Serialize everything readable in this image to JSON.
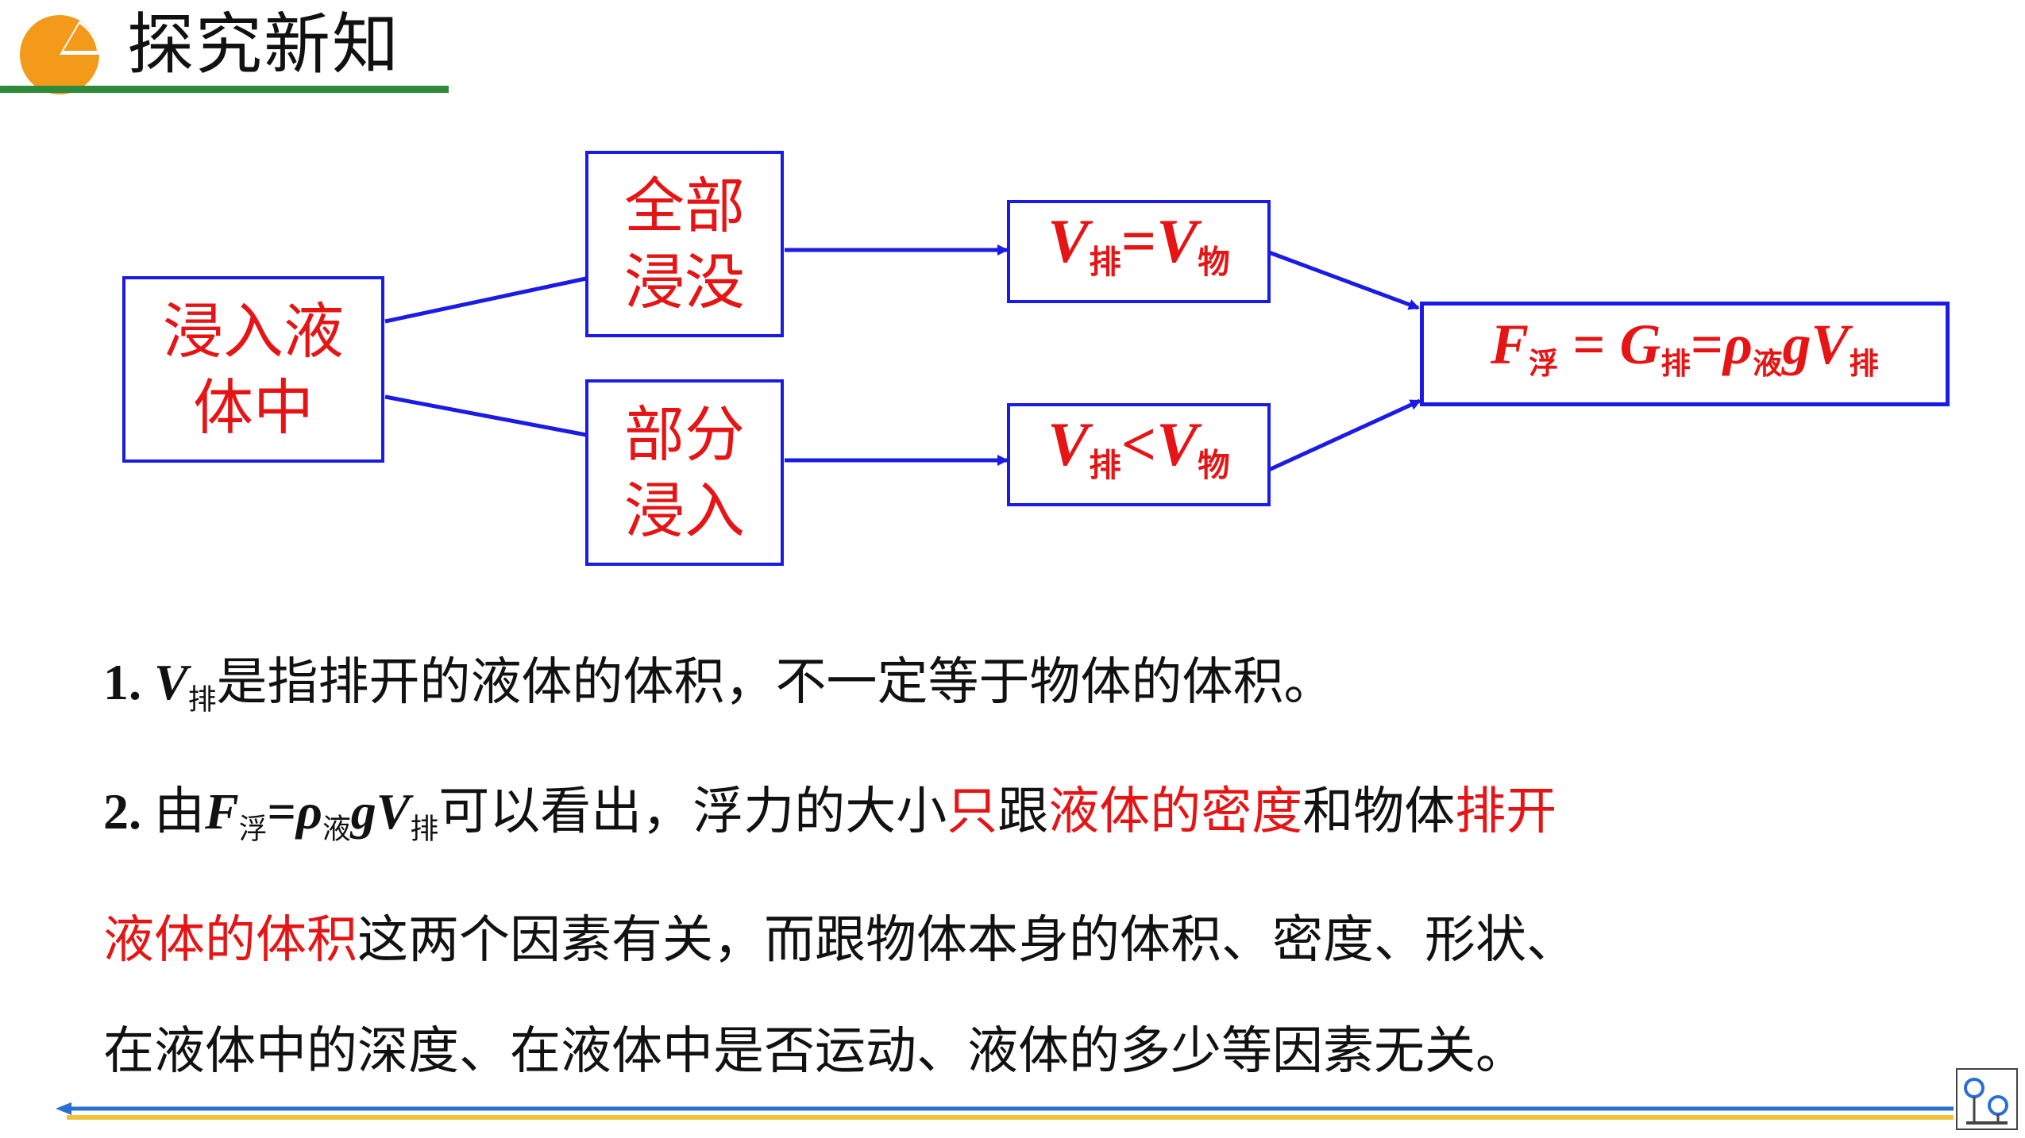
{
  "header": {
    "title": "探究新知",
    "icon": "pie-chart-icon"
  },
  "diagram": {
    "start": "浸入液体中",
    "branch_full": "全部浸没",
    "branch_partial": "部分浸入",
    "eq_full": {
      "v": "V",
      "sub1": "排",
      "op": "=",
      "v2": "V",
      "sub2": "物"
    },
    "eq_partial": {
      "v": "V",
      "sub1": "排",
      "op": "<",
      "v2": "V",
      "sub2": "物"
    },
    "result": {
      "f": "F",
      "f_sub": "浮",
      "eq1": " = ",
      "g": "G",
      "g_sub": "排",
      "eq2": "=",
      "rho": "ρ",
      "rho_sub": "液",
      "gv": "gV",
      "v_sub": "排"
    }
  },
  "notes": {
    "n1_num": "1. ",
    "n1_v": "V",
    "n1_sub": "排",
    "n1_text": "是指排开的液体的体积，不一定等于物体的体积。",
    "n2_num": "2. ",
    "n2_a": "由",
    "n2_f": "F",
    "n2_fsub": "浮",
    "n2_eq": "=",
    "n2_rho": "ρ",
    "n2_rhosub": "液",
    "n2_gv": "gV",
    "n2_vsub": "排",
    "n2_b": "可以看出，浮力的大小",
    "n2_r1": "只",
    "n2_c": "跟",
    "n2_r2": "液体的密度",
    "n2_d": "和物体",
    "n2_r3": "排开",
    "n3_r": "液体的体积",
    "n3_text": "这两个因素有关，而跟物体本身的体积、密度、形状、",
    "n4_text": "在液体中的深度、在液体中是否运动、液体的多少等因素无关。"
  },
  "colors": {
    "box_border": "#1b1be6",
    "highlight": "#e61414",
    "header_rule": "#2e8b3a"
  }
}
